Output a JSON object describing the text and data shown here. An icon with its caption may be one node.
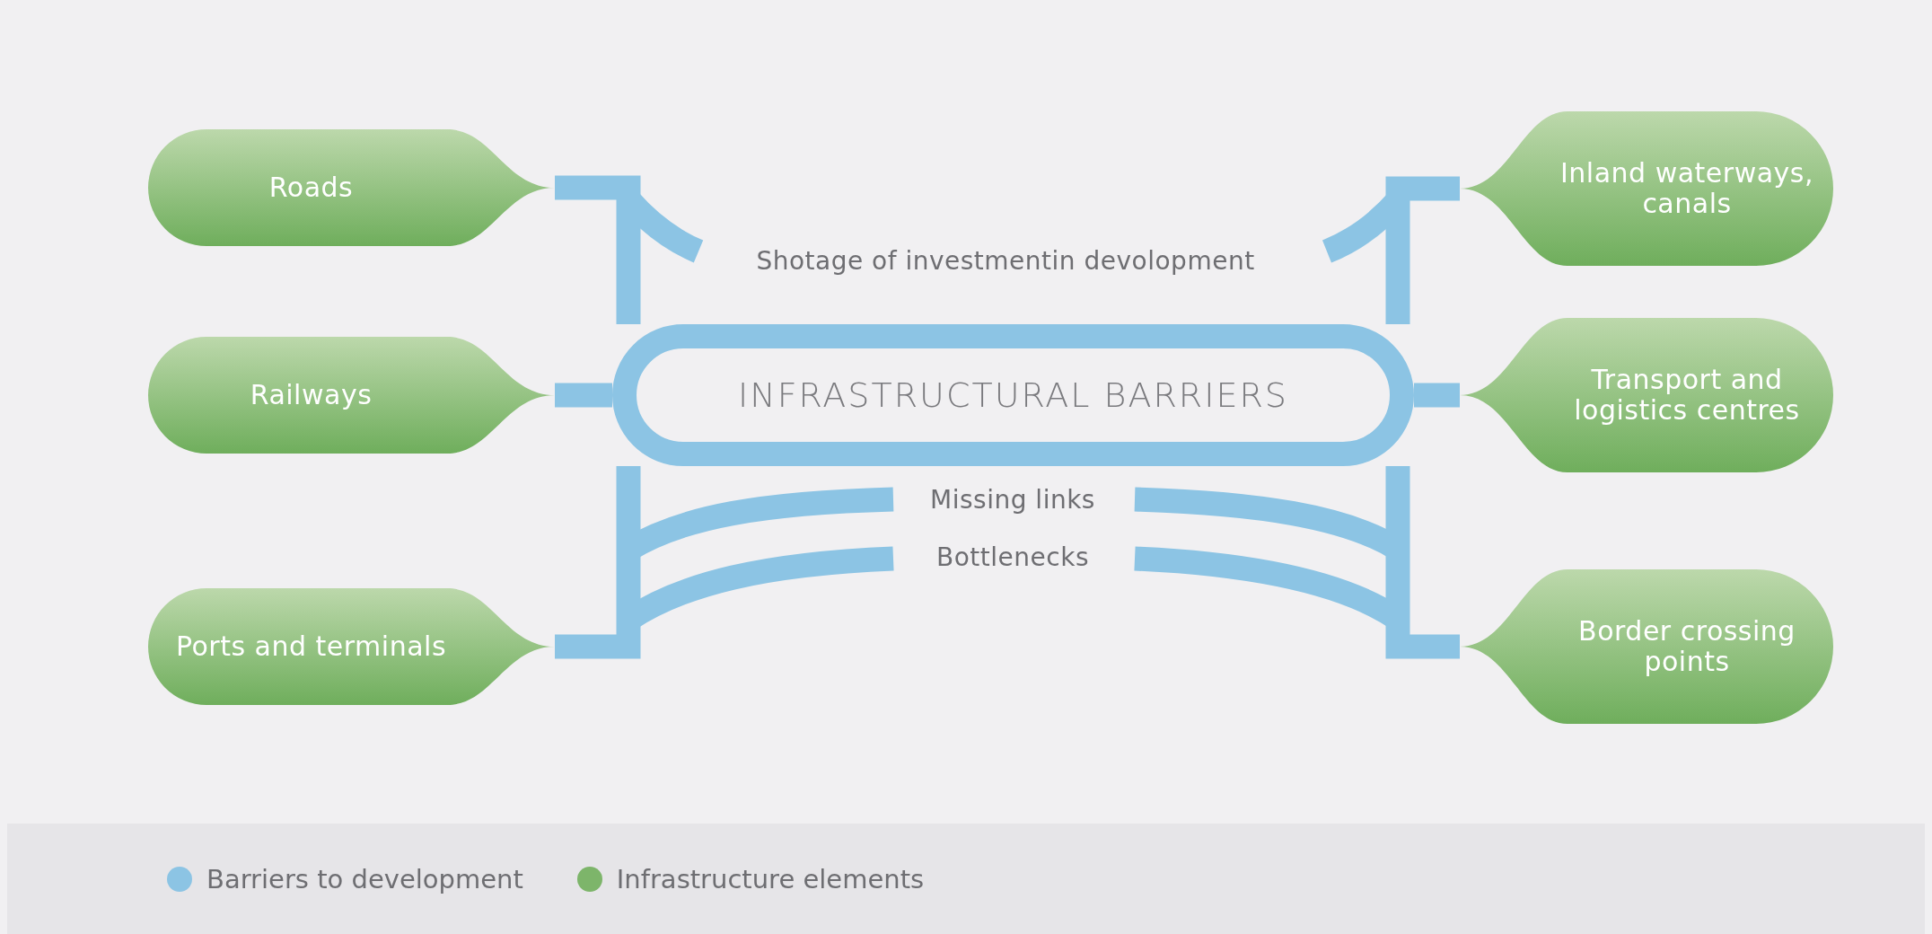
{
  "diagram": {
    "nodes": [
      {
        "text": [
          "Roads"
        ]
      },
      {
        "text": [
          "Inland waterways, canals"
        ]
      },
      {
        "text": [
          "Railways"
        ]
      },
      {
        "text": [
          "Transport and logistics centres"
        ]
      },
      {
        "text": [
          "Ports and terminals"
        ]
      },
      {
        "text": [
          "Border crossing points"
        ]
      },
      {
        "text": [
          "INFRASTRUCTURAL BARRIERS"
        ]
      }
    ],
    "edges": [
      {
        "from": 0,
        "to": 6,
        "arrow": "none"
      },
      {
        "from": 1,
        "to": 6,
        "arrow": "none"
      },
      {
        "from": 2,
        "to": 6,
        "arrow": "none"
      },
      {
        "from": 3,
        "to": 6,
        "arrow": "none"
      },
      {
        "from": 4,
        "to": 6,
        "arrow": "none"
      },
      {
        "from": 5,
        "to": 6,
        "arrow": "none"
      }
    ],
    "labels": [
      "Shotage of investmentin devolopment",
      "Missing links",
      "Bottlenecks"
    ],
    "legend": [
      {
        "text": "Barriers to development",
        "color": "#8cc4e4"
      },
      {
        "text": "Infrastructure elements",
        "color": "#7db56a"
      }
    ]
  }
}
